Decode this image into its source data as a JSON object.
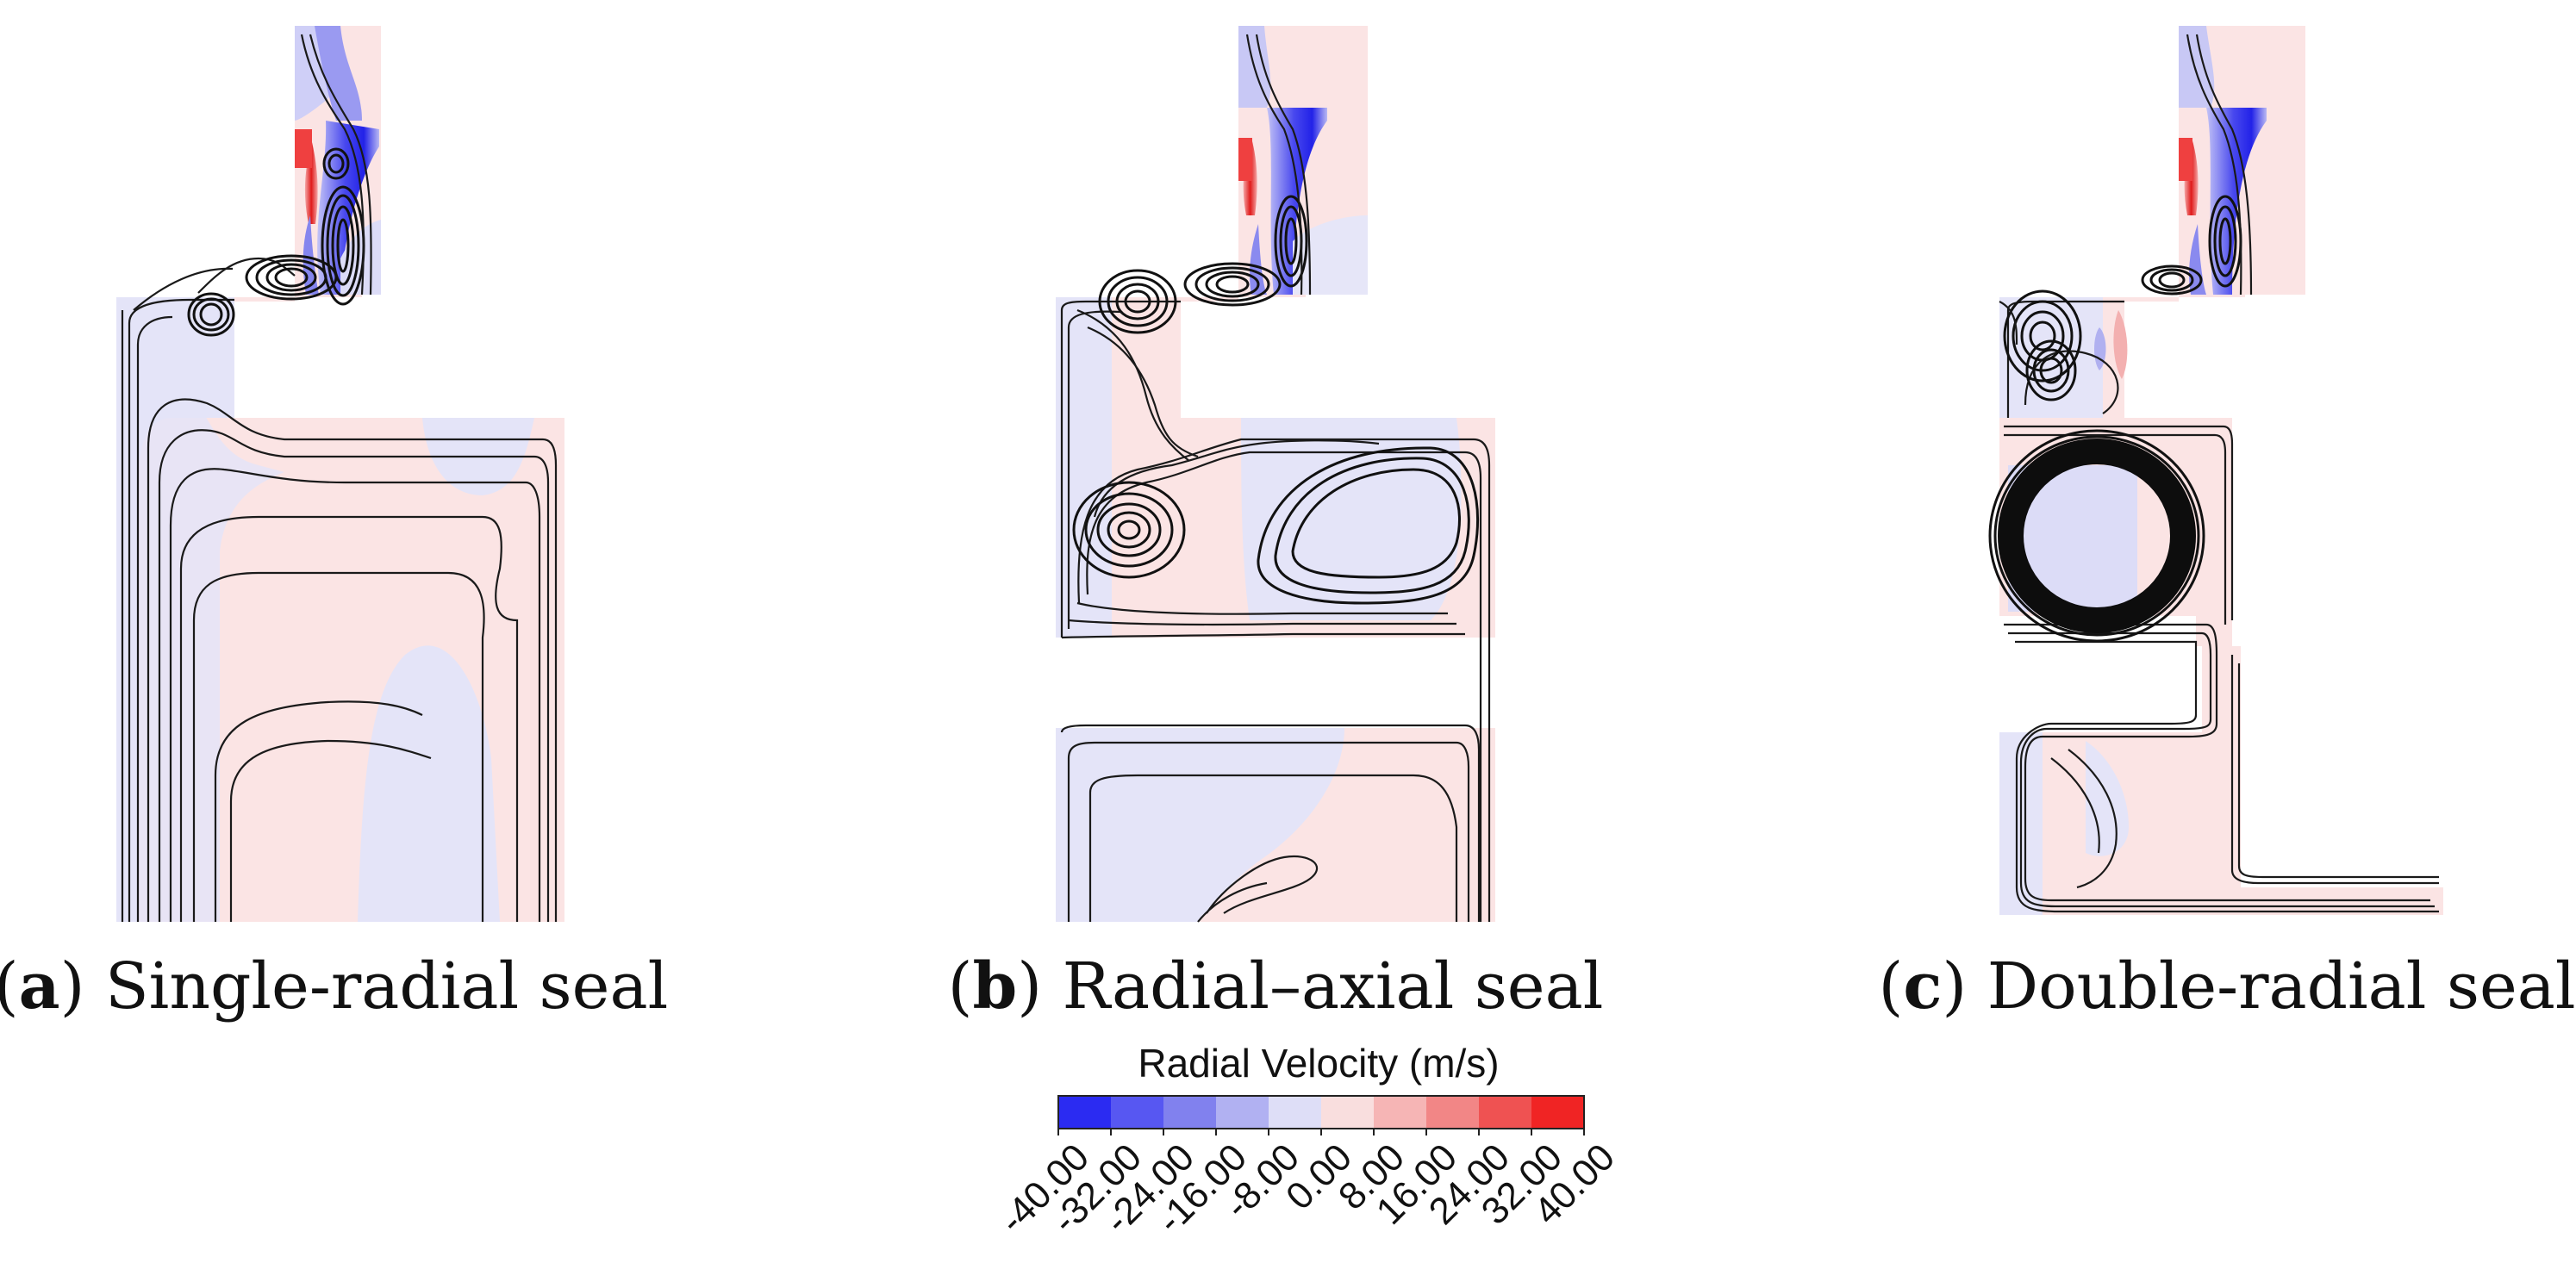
{
  "panels": [
    {
      "id": "a",
      "letter": "a",
      "title": "Single-radial seal"
    },
    {
      "id": "b",
      "letter": "b",
      "title": "Radial–axial seal"
    },
    {
      "id": "c",
      "letter": "c",
      "title": "Double-radial seal"
    }
  ],
  "legend": {
    "title": "Radial Velocity (m/s)",
    "ticks": [
      "-40.00",
      "-32.00",
      "-24.00",
      "-16.00",
      "-8.00",
      "0.00",
      "8.00",
      "16.00",
      "24.00",
      "32.00",
      "40.00"
    ],
    "colors": [
      "#2b2bf2",
      "#5757f2",
      "#8181ee",
      "#b1b1f2",
      "#dedef7",
      "#f9dede",
      "#f6b5b5",
      "#f28686",
      "#ef5252",
      "#f02424"
    ]
  },
  "colors": {
    "neg_light": "#e3e3f9",
    "pos_light": "#fbe4e4",
    "neg_strong": "#2d2df0",
    "pos_strong": "#e52222"
  }
}
